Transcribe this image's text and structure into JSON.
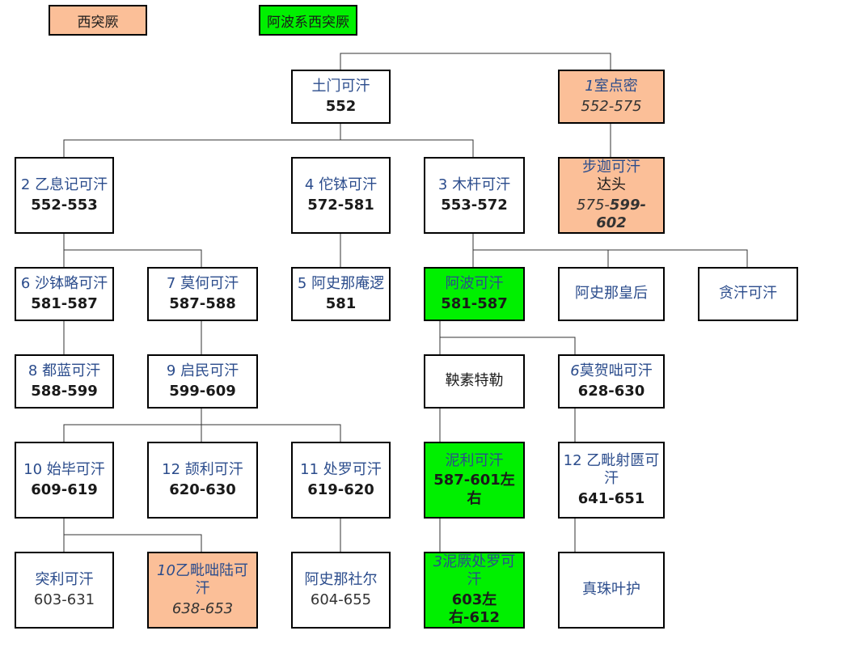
{
  "legend": {
    "west_turks": "西突厥",
    "apo_west_turks": "阿波系西突厥",
    "west_color": "#fbbf98",
    "green_color": "#00f000"
  },
  "nodes": {
    "tumen": {
      "name": "土门可汗",
      "years": "552"
    },
    "istemi": {
      "num": "1",
      "name": "室点密",
      "years": "552-575"
    },
    "bujia": {
      "name": "步迦可汗",
      "sub": "达头",
      "years_a": "575-",
      "years_b": "599-602"
    },
    "yixiji": {
      "name": "2 乙息记可汗",
      "years": "552-553"
    },
    "tuobo": {
      "name": "4 佗钵可汗",
      "years": "572-581"
    },
    "mugan": {
      "name": "3 木杆可汗",
      "years": "553-572"
    },
    "shabolue": {
      "name": "6 沙钵略可汗",
      "years": "581-587"
    },
    "mohe": {
      "name": "7 莫何可汗",
      "years": "587-588"
    },
    "anluo": {
      "name": "5 阿史那庵逻",
      "years": "581"
    },
    "apo": {
      "name": "阿波可汗",
      "years": "581-587"
    },
    "huanghou": {
      "name": "阿史那皇后"
    },
    "tanhan": {
      "name": "贪汗可汗"
    },
    "dulan": {
      "name": "8 都蓝可汗",
      "years": "588-599"
    },
    "qimin": {
      "name": "9 启民可汗",
      "years": "599-609"
    },
    "yangsu": {
      "name": "鞅素特勒"
    },
    "mohedu": {
      "num": "6",
      "name": "莫贺咄可汗",
      "years": "628-630"
    },
    "shibi": {
      "name": "10 始毕可汗",
      "years": "609-619"
    },
    "xieli": {
      "name": "12 颉利可汗",
      "years": "620-630"
    },
    "chuluo": {
      "name": "11 处罗可汗",
      "years": "619-620"
    },
    "nili": {
      "name": "泥利可汗",
      "years": "587-601左右"
    },
    "yipishe": {
      "name": "12 乙毗射匮可汗",
      "years": "641-651"
    },
    "tuli": {
      "name": "突利可汗",
      "years": "603-631"
    },
    "yipiduolu": {
      "num": "10",
      "name": "乙毗咄陆可汗",
      "years": "638-653"
    },
    "shener": {
      "name": "阿史那社尔",
      "years": "604-655"
    },
    "nijue": {
      "num": "3",
      "name": "泥厥处罗可汗",
      "years": "603左右-612"
    },
    "zhenzhu": {
      "name": "真珠叶护"
    }
  }
}
